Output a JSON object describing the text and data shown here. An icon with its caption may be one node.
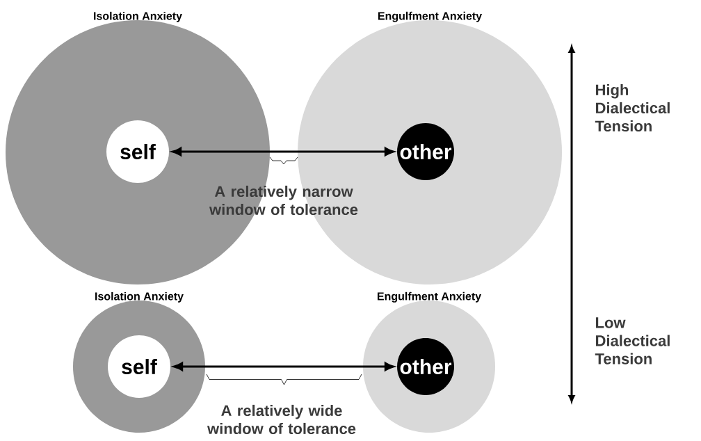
{
  "diagram": {
    "nodes": [
      {
        "text": [
          "Isolation Anxiety"
        ]
      },
      {
        "text": [
          "self"
        ],
        "in": 0
      },
      {
        "text": [
          "Engulfment Anxiety"
        ]
      },
      {
        "text": [
          "other"
        ],
        "in": 2
      },
      {
        "text": [
          "Isolation Anxiety"
        ]
      },
      {
        "text": [
          "self"
        ],
        "in": 4
      },
      {
        "text": [
          "Engulfment Anxiety"
        ]
      },
      {
        "text": [
          "other"
        ],
        "in": 6
      }
    ],
    "edges": [
      {
        "from": 1,
        "to": 3,
        "arrow": "both"
      },
      {
        "from": 5,
        "to": 7,
        "arrow": "both"
      }
    ],
    "labels": [
      "High Dialectical Tension",
      "A relatively narrow window of tolerance",
      "Low Dialectical Tension",
      "A relatively wide window of tolerance"
    ]
  }
}
